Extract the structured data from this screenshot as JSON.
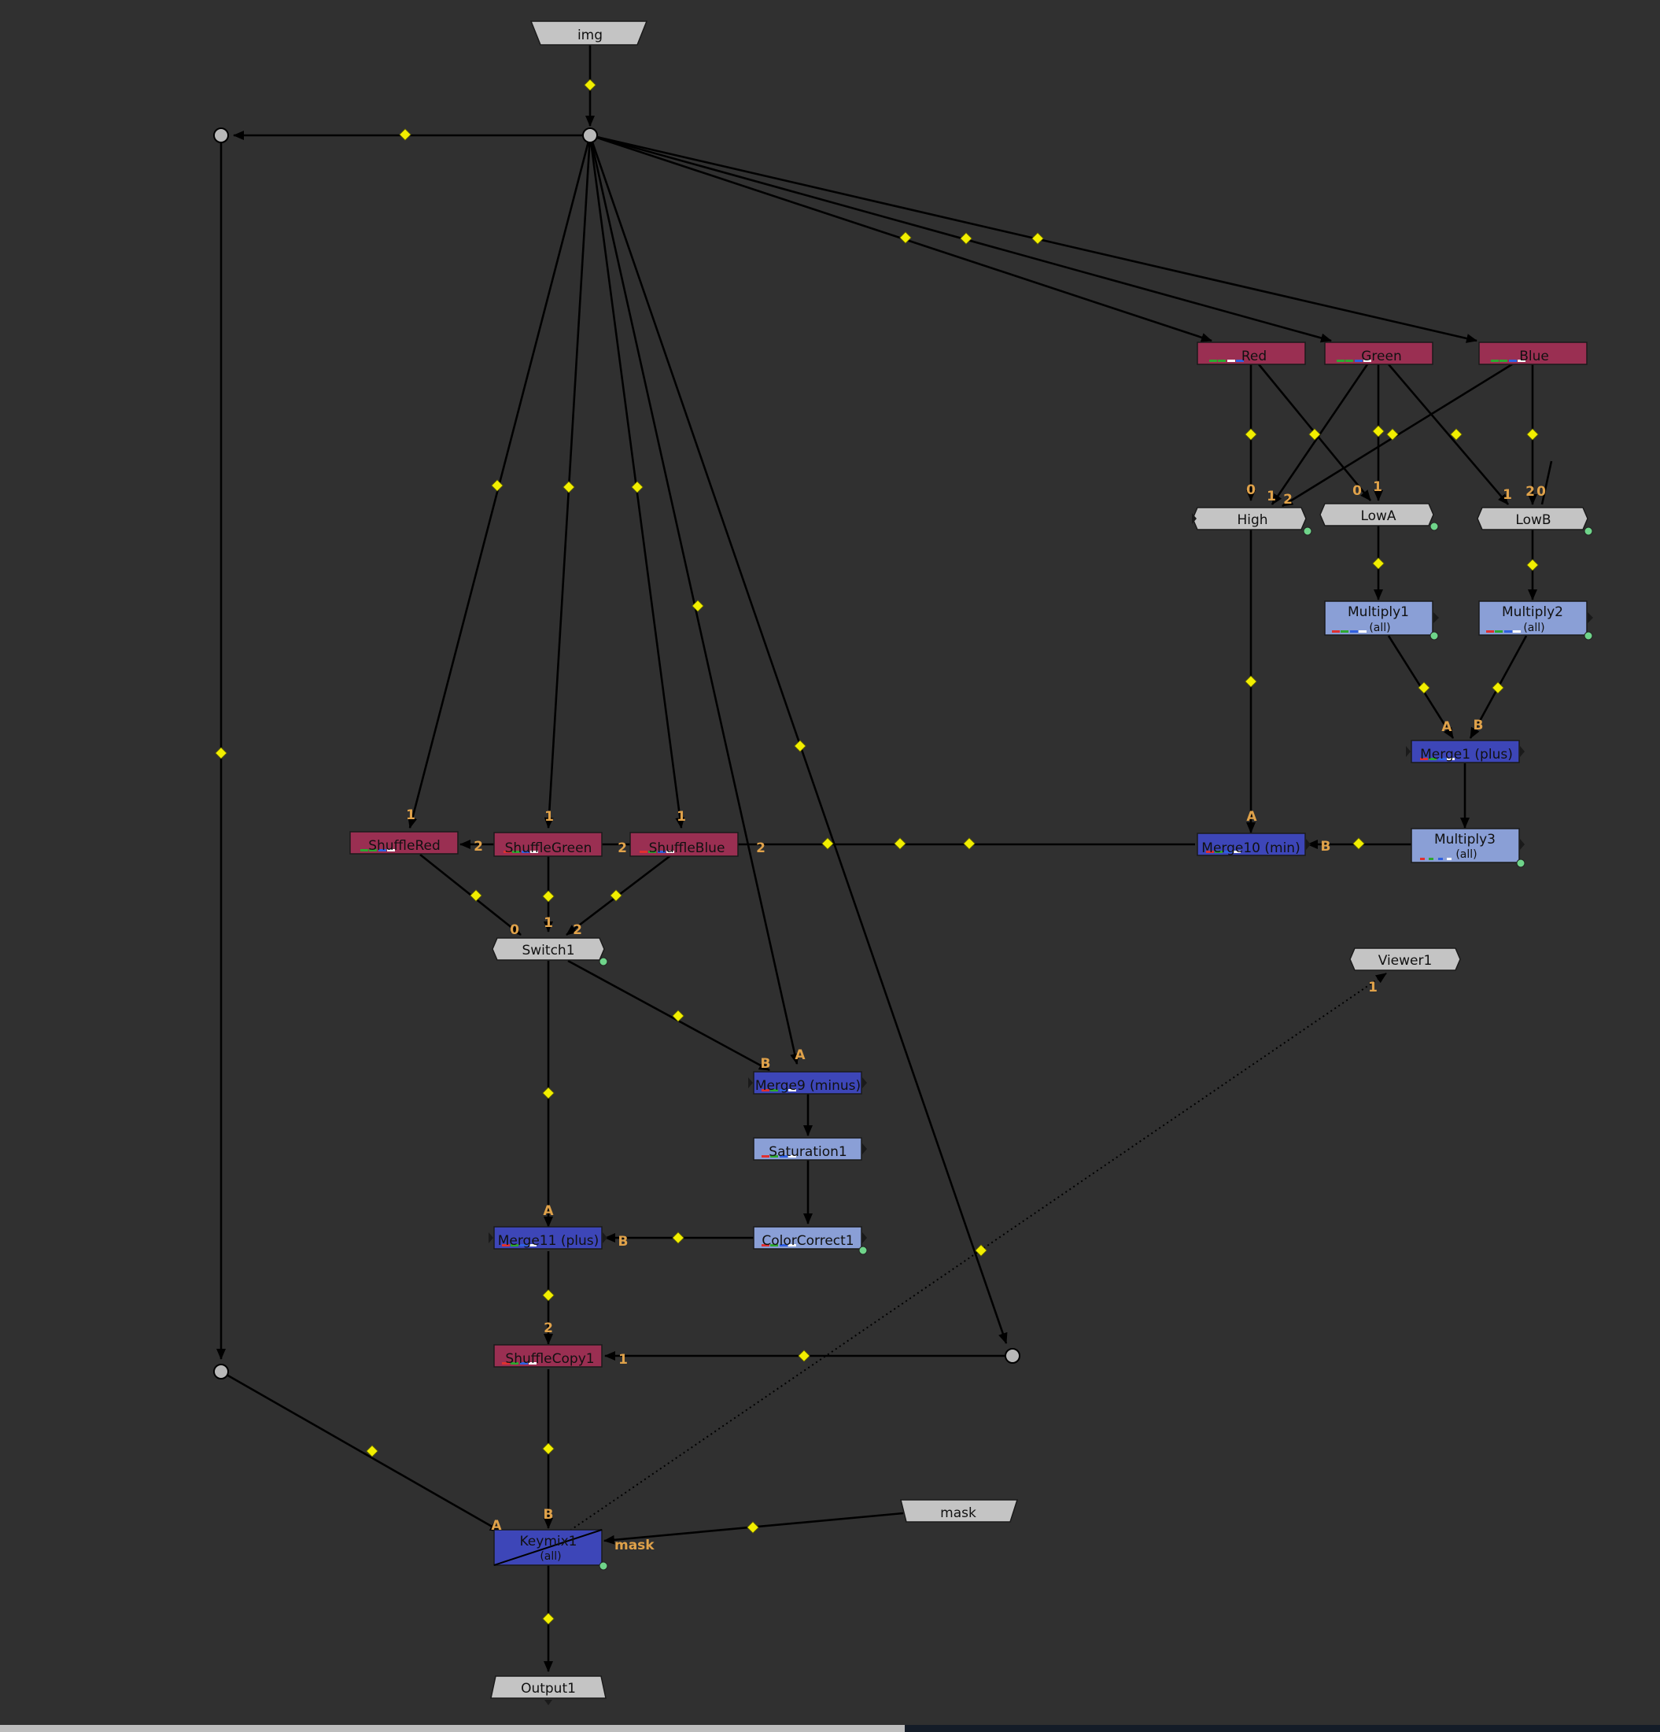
{
  "colors": {
    "background": "#303030",
    "edge": "#000000",
    "edge_dot": "#f2ef00",
    "input_label": "#e0a24a",
    "shuffle_node": "#9a2f52",
    "merge_node": "#3d46b8",
    "color_node": "#8a9fd6",
    "gray_node": "#c4c4c4"
  },
  "nodes": {
    "img": "img",
    "red": "Red",
    "green": "Green",
    "blue": "Blue",
    "high": "High",
    "lowa": "LowA",
    "lowb": "LowB",
    "multiply1": "Multiply1",
    "multiply1_sub": "(all)",
    "multiply2": "Multiply2",
    "multiply2_sub": "(all)",
    "merge1": "Merge1 (plus)",
    "multiply3": "Multiply3",
    "multiply3_sub": "(all)",
    "merge10": "Merge10 (min)",
    "shufflered": "ShuffleRed",
    "shufflegreen": "ShuffleGreen",
    "shuffleblue": "ShuffleBlue",
    "switch1": "Switch1",
    "viewer1": "Viewer1",
    "merge9": "Merge9 (minus)",
    "saturation1": "Saturation1",
    "colorcorrect1": "ColorCorrect1",
    "merge11": "Merge11 (plus)",
    "shufflecopy1": "ShuffleCopy1",
    "keymix1": "Keymix1",
    "keymix1_sub": "(all)",
    "mask": "mask",
    "output1": "Output1"
  },
  "inputs": {
    "red_high": "0",
    "green_high": "1",
    "blue_high": "2",
    "red_lowa": "0",
    "green_lowa": "1",
    "green_lowb": "1",
    "blue_lowb": "2",
    "lowb_extra": "0",
    "mult1_a": "A",
    "mult2_b": "B",
    "high_a": "A",
    "mult3_b": "B",
    "sr_1": "1",
    "sg_1": "1",
    "sb_1": "1",
    "sr_2": "2",
    "sg_2": "2",
    "sb_2": "2",
    "sw_0": "0",
    "sw_1": "1",
    "sw_2": "2",
    "m9_b": "B",
    "m9_a": "A",
    "m11_a": "A",
    "m11_b": "B",
    "sc_2": "2",
    "sc_1": "1",
    "km_a": "A",
    "km_b": "B",
    "km_mask": "mask",
    "viewer_1": "1"
  }
}
